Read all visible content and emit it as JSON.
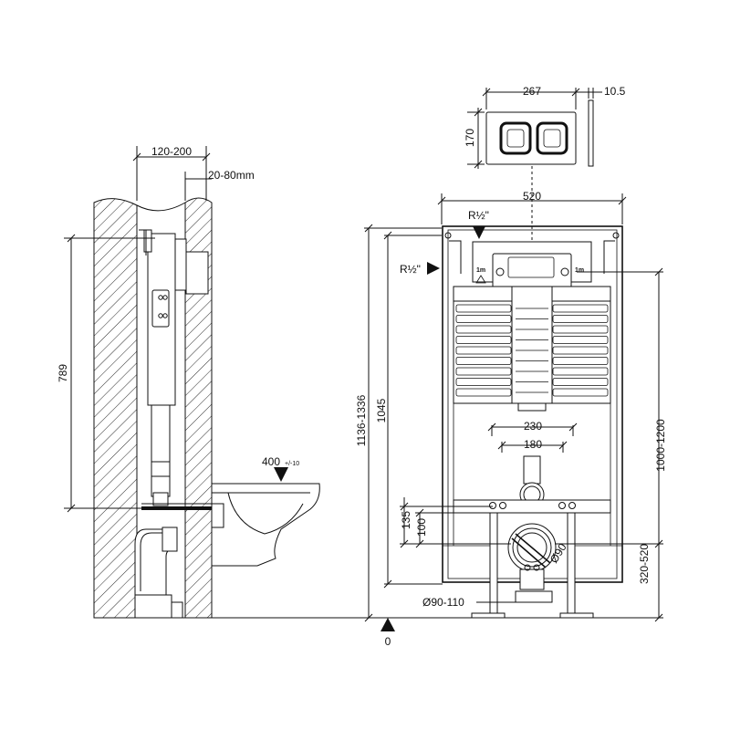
{
  "side_view": {
    "wall_gap_label": "120-200",
    "tile_label": "20-80mm",
    "height_label": "789",
    "bowl_label": "400",
    "bowl_tolerance": "+/-10"
  },
  "front_view": {
    "plate_width_label": "267",
    "plate_depth_label": "10.5",
    "plate_height_label": "170",
    "frame_width_label": "520",
    "water_inlet_top_label": "R½\"",
    "water_inlet_side_label": "R½\"",
    "frame_height_label": "1136-1336",
    "cistern_height_label": "1045",
    "adjust_height_label": "1000-1200",
    "bracket_outer_label": "230",
    "bracket_inner_label": "180",
    "fix_outer_label": "135",
    "fix_inner_label": "100",
    "pipe_label": "Ø90",
    "outlet_label": "Ø90-110",
    "outlet_height_label": "320-520",
    "floor_label": "0",
    "mark_1m_left": "1m",
    "mark_1m_right": "1m"
  }
}
